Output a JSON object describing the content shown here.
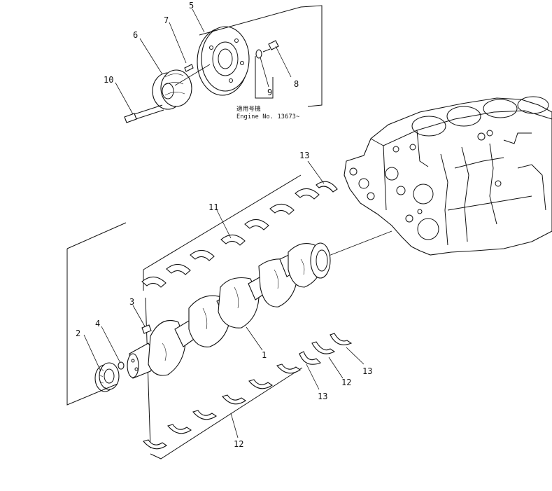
{
  "diagram": {
    "callouts": [
      {
        "id": "callout-1",
        "text": "1"
      },
      {
        "id": "callout-2",
        "text": "2"
      },
      {
        "id": "callout-3",
        "text": "3"
      },
      {
        "id": "callout-4",
        "text": "4"
      },
      {
        "id": "callout-5",
        "text": "5"
      },
      {
        "id": "callout-6",
        "text": "6"
      },
      {
        "id": "callout-7",
        "text": "7"
      },
      {
        "id": "callout-8",
        "text": "8"
      },
      {
        "id": "callout-9",
        "text": "9"
      },
      {
        "id": "callout-10",
        "text": "10"
      },
      {
        "id": "callout-11",
        "text": "11"
      },
      {
        "id": "callout-12a",
        "text": "12"
      },
      {
        "id": "callout-12b",
        "text": "12"
      },
      {
        "id": "callout-13a",
        "text": "13"
      },
      {
        "id": "callout-13b",
        "text": "13"
      },
      {
        "id": "callout-13c",
        "text": "13"
      }
    ],
    "applicability_note": {
      "line1": "適用号機",
      "line2": "Engine No. 13673~"
    }
  }
}
